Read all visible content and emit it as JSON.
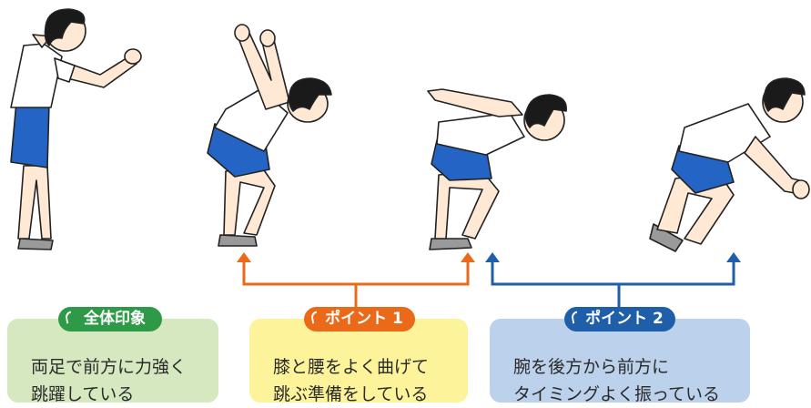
{
  "boxes": [
    {
      "badge": "全体印象",
      "text": "両足で前方に力強く\n跳躍している",
      "bg": "#d5e8bf",
      "badge_color": "#2e9a48"
    },
    {
      "badge": "ポイント 1",
      "text": "膝と腰をよく曲げて\n跳ぶ準備をしている",
      "bg": "#fdf39a",
      "badge_color": "#ea6a1a"
    },
    {
      "badge": "ポイント 2",
      "text": "腕を後方から前方に\nタイミングよく振っている",
      "bg": "#bcd1ec",
      "badge_color": "#1f5ea8"
    }
  ],
  "colors": {
    "bracket_orange": "#ea6a1a",
    "bracket_blue": "#1f5ea8",
    "shirt": "#ffffff",
    "shorts": "#2464c4",
    "skin": "#ffe8d4",
    "hair": "#1a1a1a",
    "shoes": "#9a9a9a"
  },
  "figures": [
    "standing-child",
    "arms-raised-crouch",
    "arms-back-crouch",
    "forward-leap"
  ]
}
